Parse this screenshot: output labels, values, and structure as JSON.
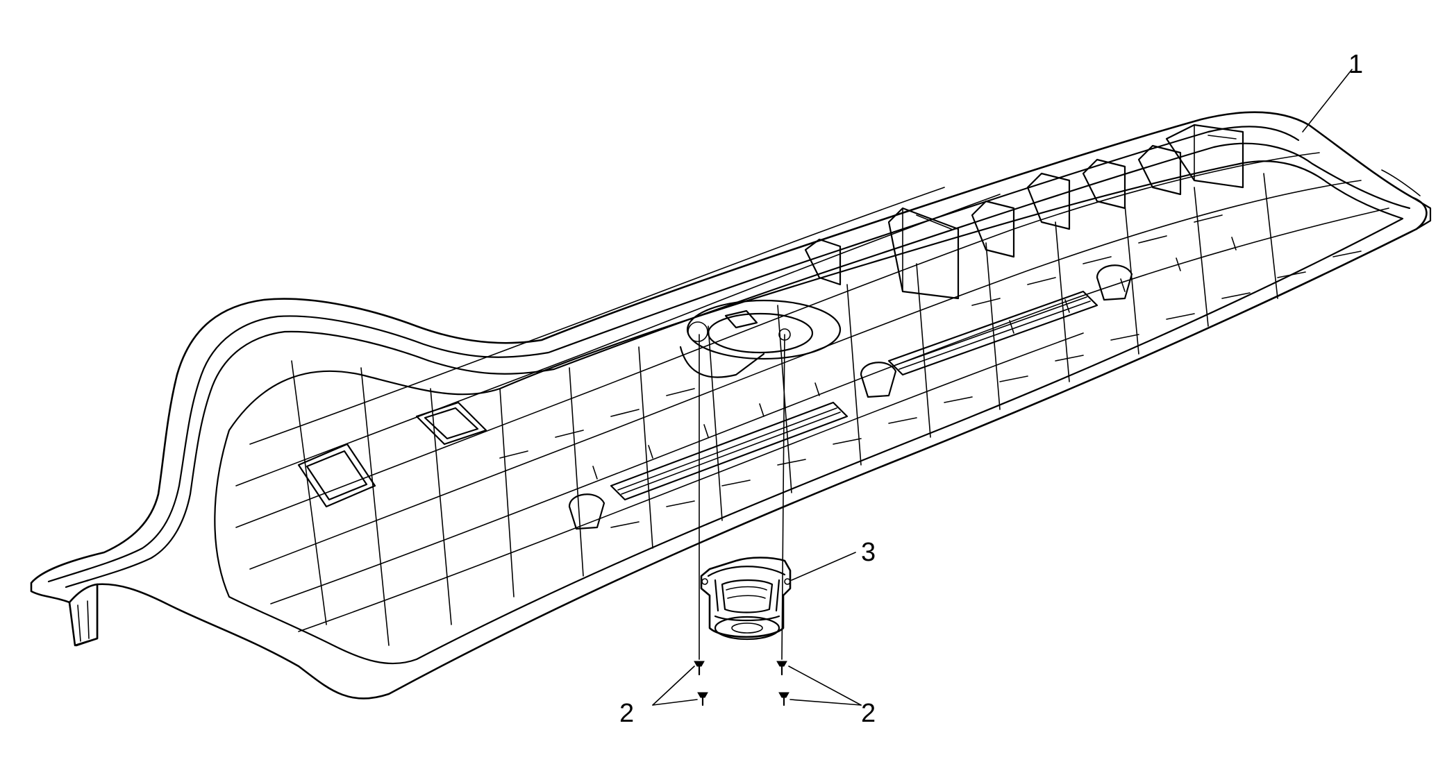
{
  "callouts": {
    "c1": "1",
    "c2_left": "2",
    "c2_right": "2",
    "c3": "3"
  }
}
